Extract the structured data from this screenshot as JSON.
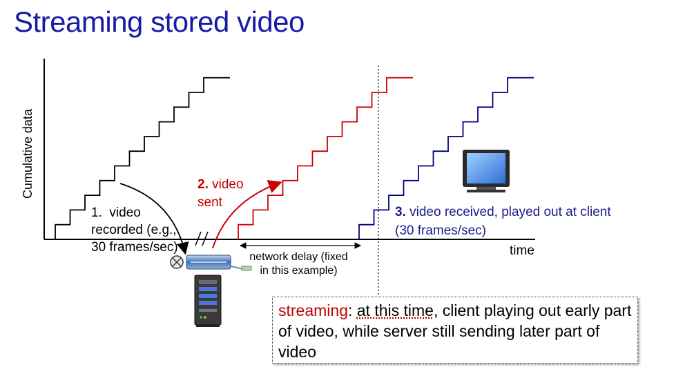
{
  "title": "Streaming stored video",
  "axes": {
    "ylabel": "Cumulative data",
    "xlabel": "time"
  },
  "labels": {
    "recorded_num": "1.",
    "recorded_text": "video recorded (e.g., 30 frames/sec)",
    "sent_num": "2.",
    "sent_text": "video sent",
    "received_num": "3.",
    "received_text": "video received, played out at client",
    "received_rate": "(30 frames/sec)",
    "network_delay": "network delay (fixed in this example)"
  },
  "note": {
    "keyword": "streaming",
    "colon": ":",
    "highlight": "at this time",
    "rest": ", client  playing out early part of video, while server still sending later part of video"
  },
  "colors": {
    "recorded": "#000000",
    "sent": "#cc0000",
    "received": "#000080",
    "title": "#1a1aa6"
  },
  "icons": [
    "server-icon",
    "network-router-icon",
    "monitor-icon",
    "camera-icon"
  ]
}
